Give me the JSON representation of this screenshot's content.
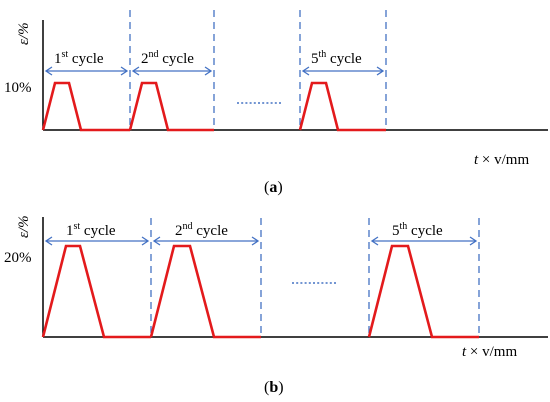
{
  "panels": [
    {
      "y_axis_label": "ε/%",
      "x_axis_label": "t × v/mm",
      "level_label": "10%",
      "caption_prefix": "(",
      "caption_letter": "a",
      "caption_suffix": ")",
      "cycles": [
        {
          "num": "1",
          "sup": "st",
          "word": " cycle"
        },
        {
          "num": "2",
          "sup": "nd",
          "word": " cycle"
        },
        {
          "num": "5",
          "sup": "th",
          "word": " cycle"
        }
      ],
      "strain_level": 0.1
    },
    {
      "y_axis_label": "ε/%",
      "x_axis_label": "t × v/mm",
      "level_label": "20%",
      "caption_prefix": "(",
      "caption_letter": "b",
      "caption_suffix": ")",
      "cycles": [
        {
          "num": "1",
          "sup": "st",
          "word": " cycle"
        },
        {
          "num": "2",
          "sup": "nd",
          "word": " cycle"
        },
        {
          "num": "5",
          "sup": "th",
          "word": " cycle"
        }
      ],
      "strain_level": 0.2
    }
  ],
  "colors": {
    "waveform": "#e31a1c",
    "guides": "#4472c4",
    "axes": "#000000"
  }
}
